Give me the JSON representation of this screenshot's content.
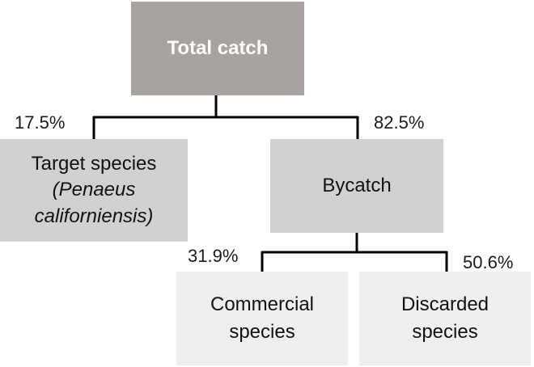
{
  "nodes": {
    "root": {
      "label": "Total catch"
    },
    "target": {
      "line1": "Target species",
      "line2": "(Penaeus",
      "line3": "californiensis)"
    },
    "bycatch": {
      "label": "Bycatch"
    },
    "commercial": {
      "line1": "Commercial",
      "line2": "species"
    },
    "discarded": {
      "line1": "Discarded",
      "line2": "species"
    }
  },
  "percentages": {
    "target": "17.5%",
    "bycatch": "82.5%",
    "commercial": "31.9%",
    "discarded": "50.6%"
  },
  "colors": {
    "root_fill": "#a8a2a0",
    "level2_fill": "#d2d1d1",
    "level3_fill": "#efefef",
    "connector": "#000000"
  }
}
